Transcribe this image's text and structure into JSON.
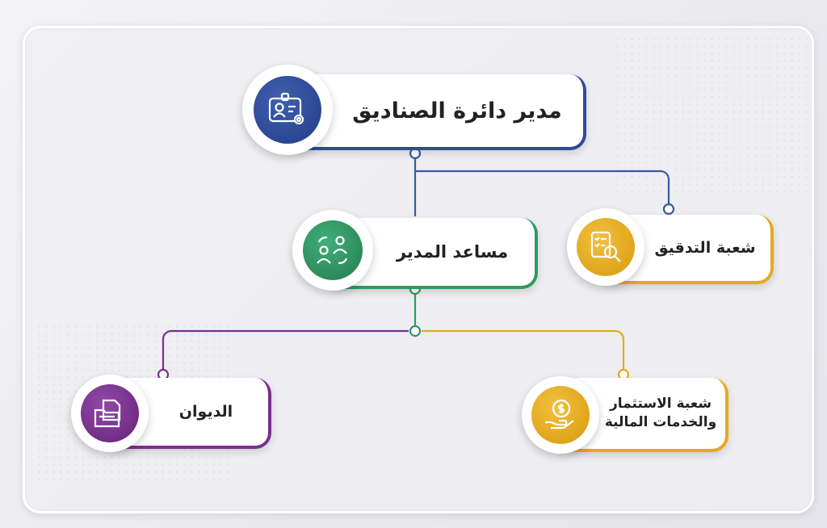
{
  "nodes": {
    "director": {
      "label": "مدير دائرة الصناديق",
      "color": "#2f4a9a",
      "icon": "id-card-gear-icon"
    },
    "assistant": {
      "label": "مساعد المدير",
      "color": "#2e9a63",
      "icon": "users-exchange-icon"
    },
    "audit": {
      "label": "شعبة التدقيق",
      "color": "#e3aa1c",
      "icon": "document-search-icon"
    },
    "diwan": {
      "label": "الديوان",
      "color": "#7a2f8f",
      "icon": "folders-icon"
    },
    "investment": {
      "line1": "شعبة الاستثمار",
      "line2": "والخدمات المالية",
      "color": "#e3aa1c",
      "icon": "money-hand-icon"
    }
  }
}
